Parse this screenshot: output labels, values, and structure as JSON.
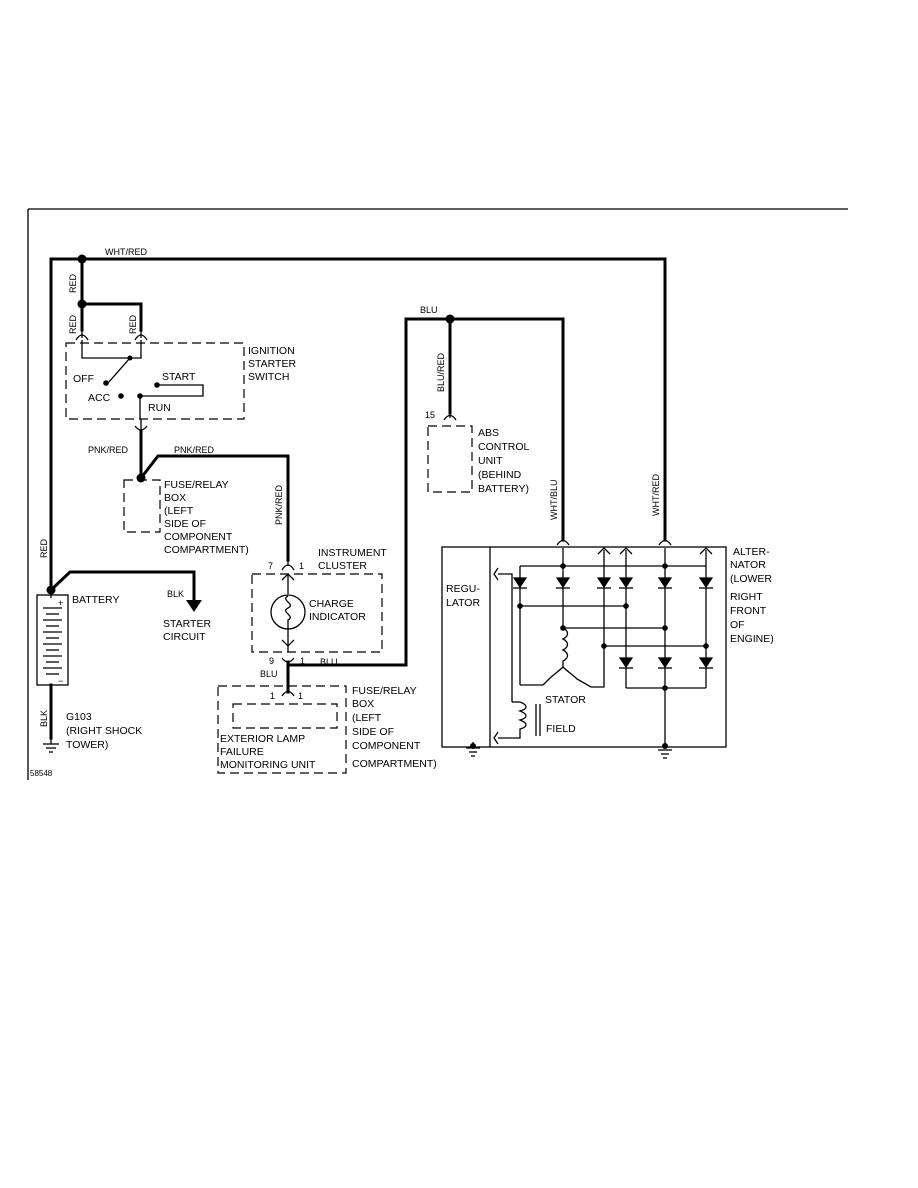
{
  "wires": {
    "wht_red_top": "WHT/RED",
    "red_1": "RED",
    "red_2": "RED",
    "red_3": "RED",
    "red_battery": "RED",
    "pnk_red_1": "PNK/RED",
    "pnk_red_2": "PNK/RED",
    "pnk_red_3": "PNK/RED",
    "blu_top": "BLU",
    "blu_red": "BLU/RED",
    "wht_blu": "WHT/BLU",
    "wht_red_alt": "WHT/RED",
    "blk_starter": "BLK",
    "blk_ground": "BLK",
    "blu_cluster": "BLU",
    "blu_lamp": "BLU"
  },
  "ignition": {
    "title_1": "IGNITION",
    "title_2": "STARTER",
    "title_3": "SWITCH",
    "off": "OFF",
    "acc": "ACC",
    "start": "START",
    "run": "RUN"
  },
  "fuse_box_1": {
    "line1": "FUSE/RELAY",
    "line2": "BOX",
    "line3": "(LEFT",
    "line4": "SIDE OF",
    "line5": "COMPONENT",
    "line6": "COMPARTMENT)"
  },
  "fuse_box_2": {
    "line1": "FUSE/RELAY",
    "line2": "BOX",
    "line3": "(LEFT",
    "line4": "SIDE OF",
    "line5": "COMPONENT",
    "line6": "COMPARTMENT)"
  },
  "abs": {
    "pin": "15",
    "line1": "ABS",
    "line2": "CONTROL",
    "line3": "UNIT",
    "line4": "(BEHIND",
    "line5": "BATTERY)"
  },
  "cluster": {
    "title_1": "INSTRUMENT",
    "title_2": "CLUSTER",
    "pin_7": "7",
    "pin_1": "1",
    "pin_9": "9",
    "pin_1b": "1",
    "indicator_1": "CHARGE",
    "indicator_2": "INDICATOR"
  },
  "battery": {
    "label": "BATTERY",
    "plus": "+",
    "minus": "−"
  },
  "starter": {
    "line1": "STARTER",
    "line2": "CIRCUIT"
  },
  "ground": {
    "line1": "G103",
    "line2": "(RIGHT SHOCK",
    "line3": "TOWER)"
  },
  "lamp_unit": {
    "pin_a": "1",
    "pin_b": "1",
    "line1": "EXTERIOR LAMP",
    "line2": "FAILURE",
    "line3": "MONITORING UNIT"
  },
  "alternator": {
    "line1": "ALTER-",
    "line2": "NATOR",
    "line3": "(LOWER",
    "line4": "RIGHT",
    "line5": "FRONT",
    "line6": "OF",
    "line7": "ENGINE)",
    "regulator_1": "REGU-",
    "regulator_2": "LATOR",
    "stator": "STATOR",
    "field": "FIELD"
  },
  "figure_id": "58548"
}
